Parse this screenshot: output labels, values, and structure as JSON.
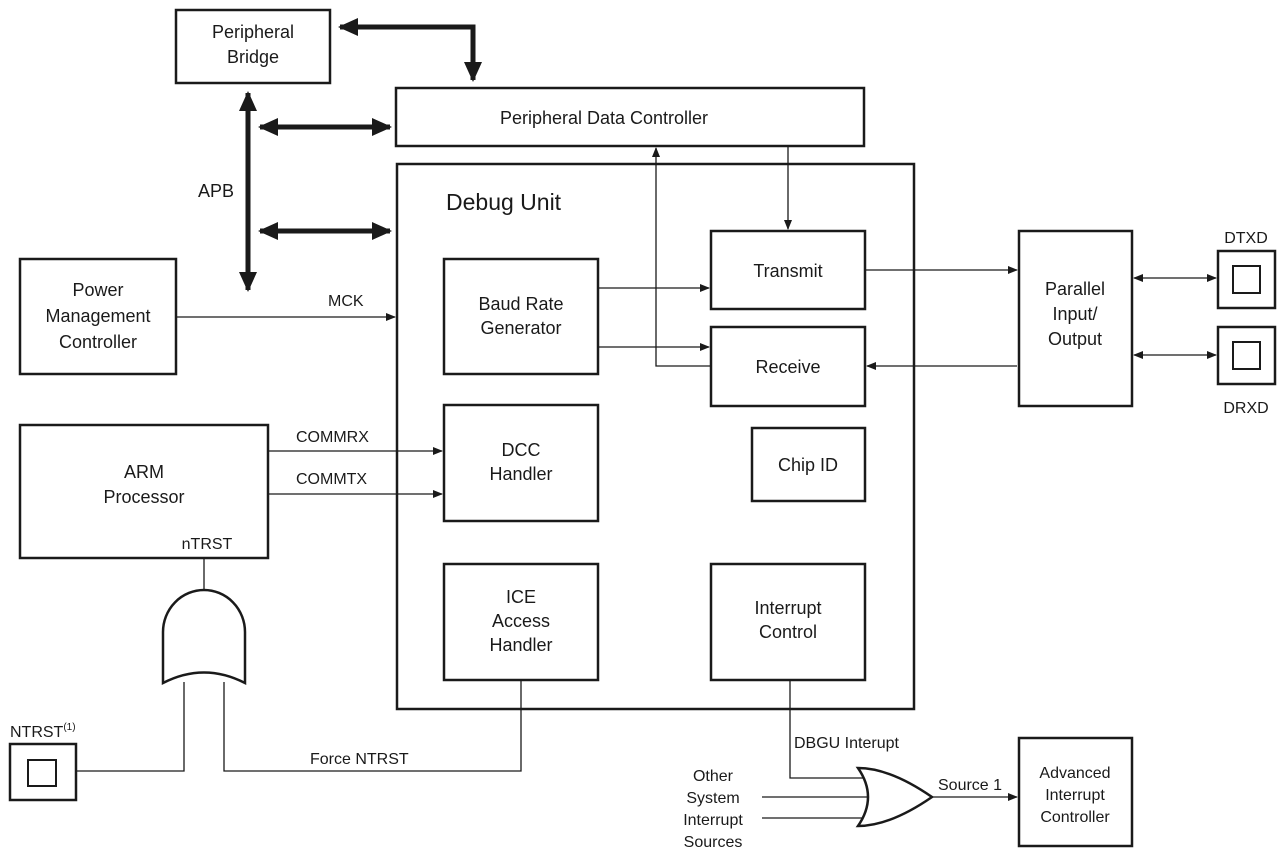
{
  "blocks": {
    "peripheral_bridge": [
      "Peripheral",
      "Bridge"
    ],
    "peripheral_data_controller": "Peripheral Data Controller",
    "debug_unit": "Debug Unit",
    "power_management_controller": [
      "Power",
      "Management",
      "Controller"
    ],
    "baud_rate_generator": [
      "Baud Rate",
      "Generator"
    ],
    "transmit": "Transmit",
    "receive": "Receive",
    "dcc_handler": [
      "DCC",
      "Handler"
    ],
    "chip_id": "Chip ID",
    "arm_processor": [
      "ARM",
      "Processor"
    ],
    "ice_access_handler": [
      "ICE",
      "Access",
      "Handler"
    ],
    "interrupt_control": [
      "Interrupt",
      "Control"
    ],
    "parallel_io": [
      "Parallel",
      "Input/",
      "Output"
    ],
    "advanced_interrupt_controller": [
      "Advanced",
      "Interrupt",
      "Controller"
    ]
  },
  "signals": {
    "apb": "APB",
    "mck": "MCK",
    "commrx": "COMMRX",
    "commtx": "COMMTX",
    "ntrst_arm": "nTRST",
    "ntrst_pin": "NTRST",
    "ntrst_pin_sup": "(1)",
    "force_ntrst": "Force NTRST",
    "dbgu_interrupt": "DBGU Interupt",
    "other_sources": [
      "Other",
      "System",
      "Interrupt",
      "Sources"
    ],
    "source1": "Source 1",
    "dtxd": "DTXD",
    "drxd": "DRXD"
  }
}
